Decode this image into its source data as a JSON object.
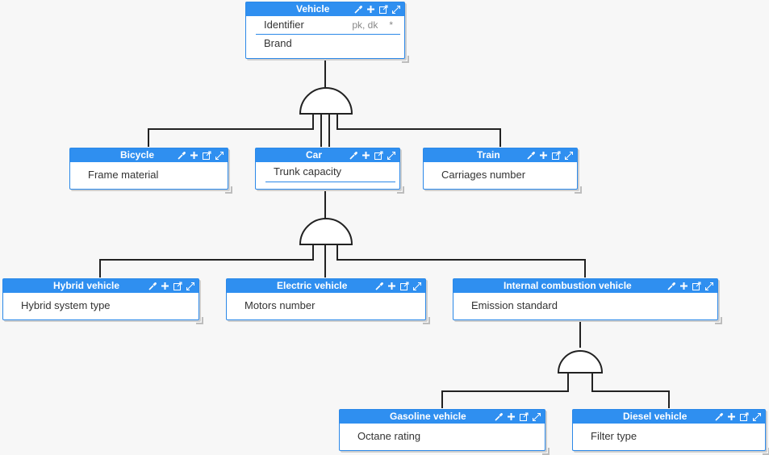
{
  "colors": {
    "header": "#2f8ff0",
    "border": "#2b88e8",
    "line": "#222222",
    "background": "#f7f7f7"
  },
  "tool_icons": [
    "eyedropper-icon",
    "plus-icon",
    "open-external-icon",
    "expand-icon"
  ],
  "entities": {
    "vehicle": {
      "name": "Vehicle",
      "attributes": [
        {
          "label": "Identifier",
          "meta": "pk, dk",
          "flag": "*"
        },
        {
          "label": "Brand"
        }
      ]
    },
    "bicycle": {
      "name": "Bicycle",
      "attributes": [
        {
          "label": "Frame material"
        }
      ]
    },
    "car": {
      "name": "Car",
      "attributes": [
        {
          "label": "Trunk capacity"
        }
      ]
    },
    "train": {
      "name": "Train",
      "attributes": [
        {
          "label": "Carriages number"
        }
      ]
    },
    "hybrid": {
      "name": "Hybrid vehicle",
      "attributes": [
        {
          "label": "Hybrid system type"
        }
      ]
    },
    "electric": {
      "name": "Electric vehicle",
      "attributes": [
        {
          "label": "Motors number"
        }
      ]
    },
    "ice": {
      "name": "Internal combustion vehicle",
      "attributes": [
        {
          "label": "Emission standard"
        }
      ]
    },
    "gasoline": {
      "name": "Gasoline vehicle",
      "attributes": [
        {
          "label": "Octane rating"
        }
      ]
    },
    "diesel": {
      "name": "Diesel vehicle",
      "attributes": [
        {
          "label": "Filter type"
        }
      ]
    }
  }
}
